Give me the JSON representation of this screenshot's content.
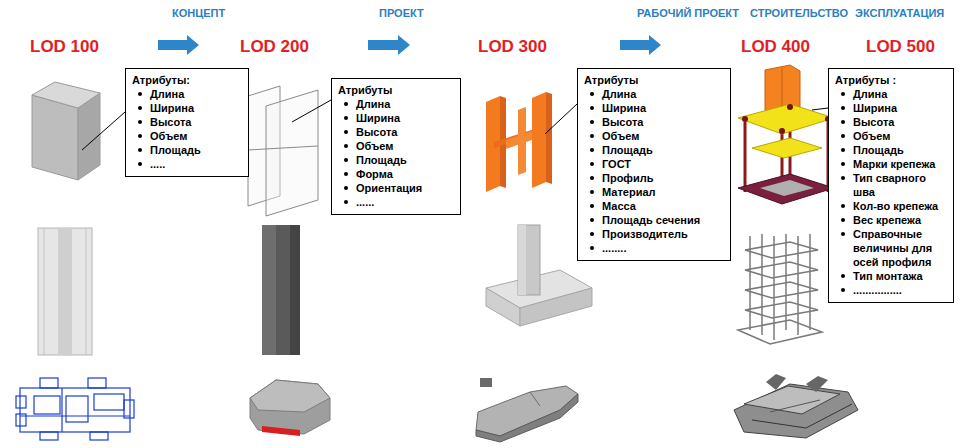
{
  "diagram": {
    "nodes": [
      {
        "text": [
          "Атрибуты:",
          "Длина",
          "Ширина",
          "Высота",
          "Объем",
          "Площадь",
          "....."
        ]
      },
      {
        "text": [
          "Атрибуты",
          "Длина",
          "Ширина",
          "Высота",
          "Объем",
          "Площадь",
          "Форма",
          "Ориентация",
          "......"
        ]
      },
      {
        "text": [
          "Атрибуты",
          "Длина",
          "Ширина",
          "Высота",
          "Объем",
          "Площадь",
          "ГОСТ",
          "Профиль",
          "Материал",
          "Масса",
          "Площадь сечения",
          "Производитель",
          "........"
        ]
      },
      {
        "text": [
          "Атрибуты :",
          "Длина",
          "Ширина",
          "Высота",
          "Объем",
          "Площадь",
          "Марки крепежа",
          "Тип сварного шва",
          "Кол-во крепежа",
          "Вес крепежа",
          "Справочные величины для осей профиля",
          "Тип монтажа",
          "................"
        ]
      }
    ],
    "labels": [
      "КОНЦЕПТ",
      "ПРОЕКТ",
      "РАБОЧИЙ ПРОЕКТ",
      "СТРОИТЕЛЬСТВО",
      "ЭКСПЛУАТАЦИЯ",
      "LOD 100",
      "LOD 200",
      "LOD 300",
      "LOD 400",
      "LOD 500"
    ]
  }
}
